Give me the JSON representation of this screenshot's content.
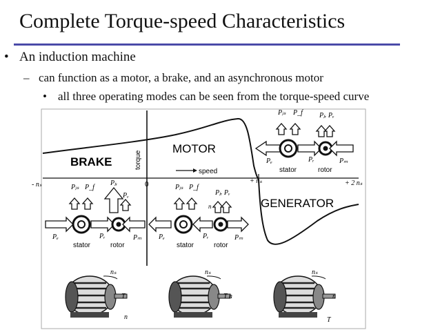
{
  "slide": {
    "title": "Complete Torque-speed Characteristics",
    "bullets": [
      {
        "marker": "•",
        "text": "An induction machine"
      },
      {
        "marker": "–",
        "text": "can function as a motor, a brake, and an asynchronous motor"
      },
      {
        "marker": "•",
        "text": "all three operating modes can be seen from the torque-speed curve"
      }
    ]
  },
  "diagram": {
    "regions": {
      "brake": "BRAKE",
      "motor": "MOTOR",
      "generator": "GENERATOR"
    },
    "axes": {
      "torque": "torque",
      "speed": "speed",
      "origin": "0",
      "neg_ns": "- nₛ",
      "pos_ns": "+ nₛ",
      "pos_2ns": "+ 2 nₛ"
    },
    "flows": {
      "stator": "stator",
      "rotor": "rotor",
      "Pe": "Pₑ",
      "Pr": "Pᵣ",
      "Pm": "Pₘ",
      "Pjs": "Pⱼₛ",
      "Pf": "P_f",
      "Pjr": "Pⱼᵣ",
      "Pv": "Pᵥ",
      "PjrPv": "Pⱼᵣ Pᵥ",
      "n": "n"
    },
    "machines": {
      "ns": "nₛ",
      "T": "T",
      "n": "n",
      "Tn": "T n"
    }
  }
}
